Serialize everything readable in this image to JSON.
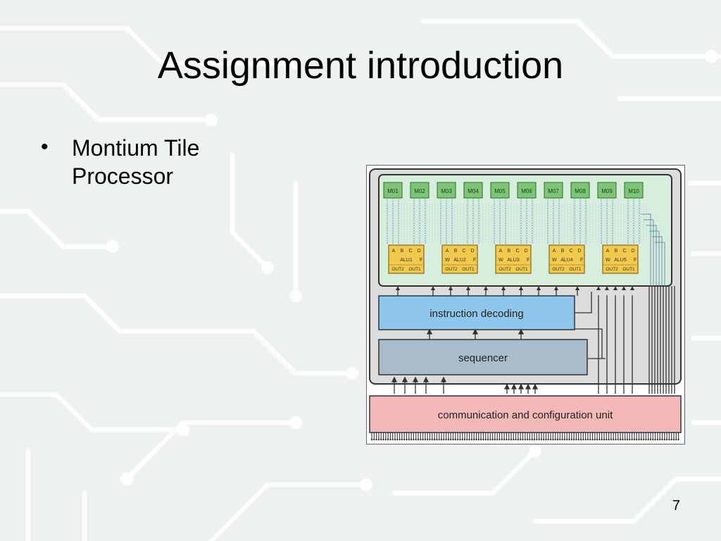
{
  "slide": {
    "title": "Assignment introduction",
    "bullet": "Montium Tile Processor",
    "page_number": "7"
  },
  "diagram": {
    "memories": [
      "M01",
      "M02",
      "M03",
      "M04",
      "M05",
      "M06",
      "M07",
      "M08",
      "M09",
      "M10"
    ],
    "alus": [
      {
        "name": "ALU1",
        "inputs": [
          "A",
          "B",
          "C",
          "D"
        ],
        "side_left": "",
        "side_right": "F",
        "outputs": [
          "OUT2",
          "OUT1"
        ]
      },
      {
        "name": "ALU2",
        "inputs": [
          "A",
          "B",
          "C",
          "D"
        ],
        "side_left": "W",
        "side_right": "F",
        "outputs": [
          "OUT2",
          "OUT1"
        ]
      },
      {
        "name": "ALU3",
        "inputs": [
          "A",
          "B",
          "C",
          "D"
        ],
        "side_left": "W",
        "side_right": "F",
        "outputs": [
          "OUT2",
          "OUT1"
        ]
      },
      {
        "name": "ALU4",
        "inputs": [
          "A",
          "B",
          "C",
          "D"
        ],
        "side_left": "W",
        "side_right": "F",
        "outputs": [
          "OUT2",
          "OUT1"
        ]
      },
      {
        "name": "ALU5",
        "inputs": [
          "A",
          "B",
          "C",
          "D"
        ],
        "side_left": "W",
        "side_right": "F",
        "outputs": [
          "OUT2",
          "OUT1"
        ]
      }
    ],
    "instruction_decoding": "instruction decoding",
    "sequencer": "sequencer",
    "ccu": "communication and configuration unit"
  },
  "colors": {
    "memory_green": "#7cc576",
    "datapath_bg": "#d8eedc",
    "alu_yellow": "#f2c94c",
    "decoder_blue": "#8fc7ec",
    "sequencer_gray": "#a9bccb",
    "ccu_pink": "#f3b8b8"
  }
}
